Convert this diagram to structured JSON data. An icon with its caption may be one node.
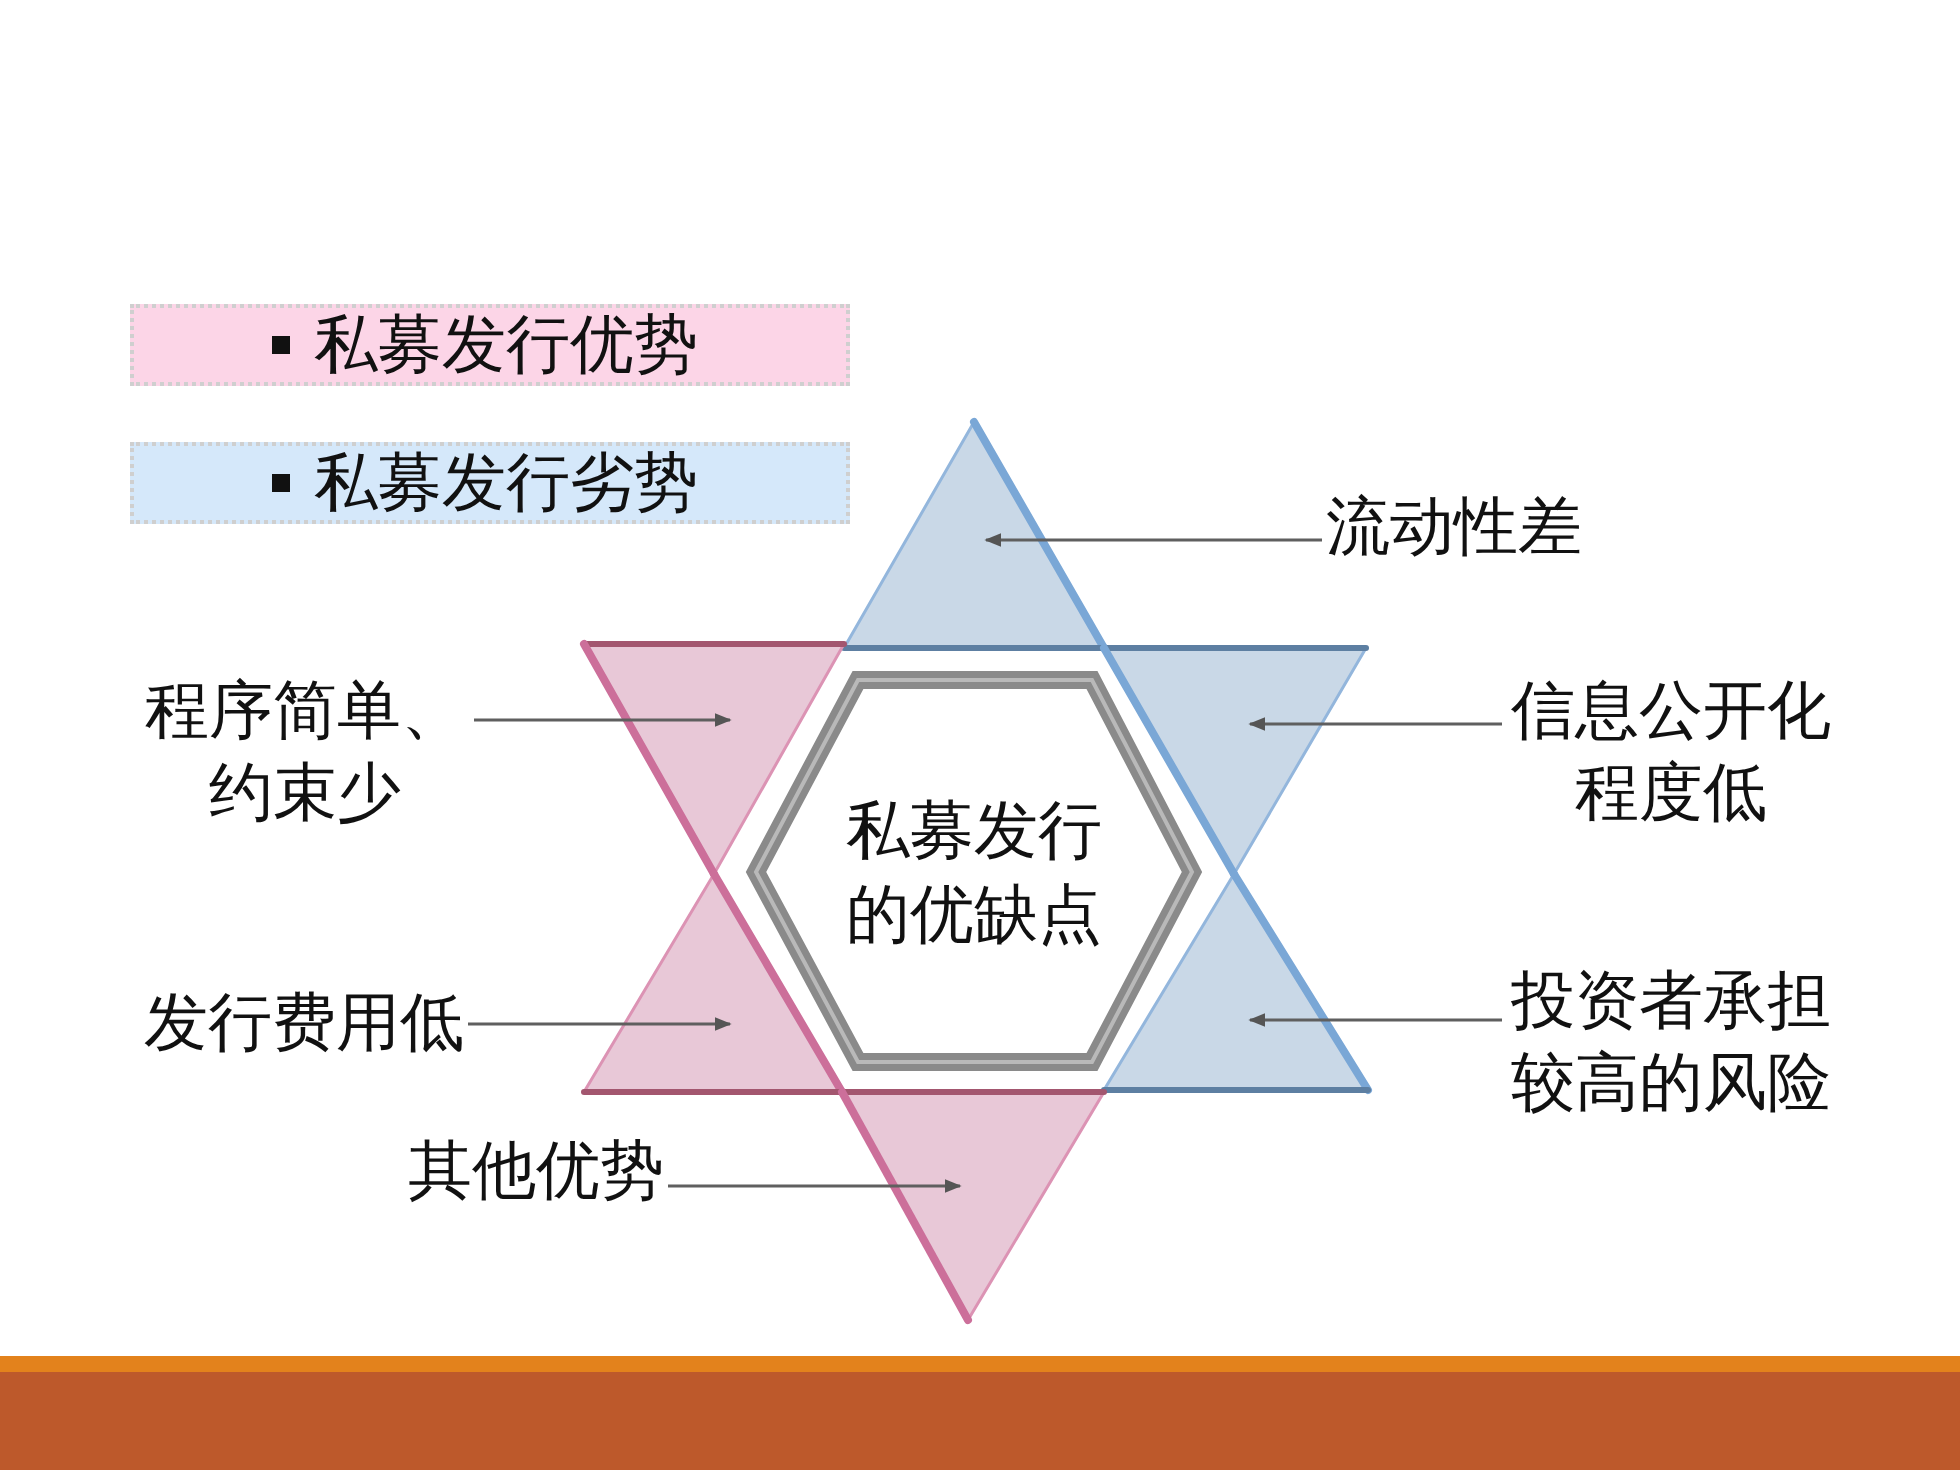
{
  "diagram": {
    "nodes": [
      {
        "text": [
          "私募发行的优缺点"
        ]
      },
      {
        "text": [],
        "shape": "triangle"
      },
      {
        "text": [],
        "shape": "triangle"
      },
      {
        "text": [],
        "shape": "triangle"
      },
      {
        "text": [],
        "shape": "triangle"
      },
      {
        "text": [],
        "shape": "triangle"
      },
      {
        "text": [],
        "shape": "triangle"
      },
      {
        "text": [
          "流动性差"
        ]
      },
      {
        "text": [
          "程序简单、约束少"
        ]
      },
      {
        "text": [
          "信息公开化程度低"
        ]
      },
      {
        "text": [
          "发行费用低"
        ]
      },
      {
        "text": [
          "投资者承担较高的风险"
        ]
      },
      {
        "text": [
          "其他优势"
        ]
      }
    ],
    "edges": [
      {
        "from": 7,
        "to": 1,
        "arrow": "to"
      },
      {
        "from": 8,
        "to": 2,
        "arrow": "to"
      },
      {
        "from": 9,
        "to": 3,
        "arrow": "to"
      },
      {
        "from": 10,
        "to": 4,
        "arrow": "to"
      },
      {
        "from": 11,
        "to": 5,
        "arrow": "to"
      },
      {
        "from": 12,
        "to": 6,
        "arrow": "to"
      }
    ],
    "legend": [
      {
        "text": "私募发行优势",
        "color": "#fcd5e7"
      },
      {
        "text": "私募发行劣势",
        "color": "#d5e8fa"
      }
    ]
  }
}
